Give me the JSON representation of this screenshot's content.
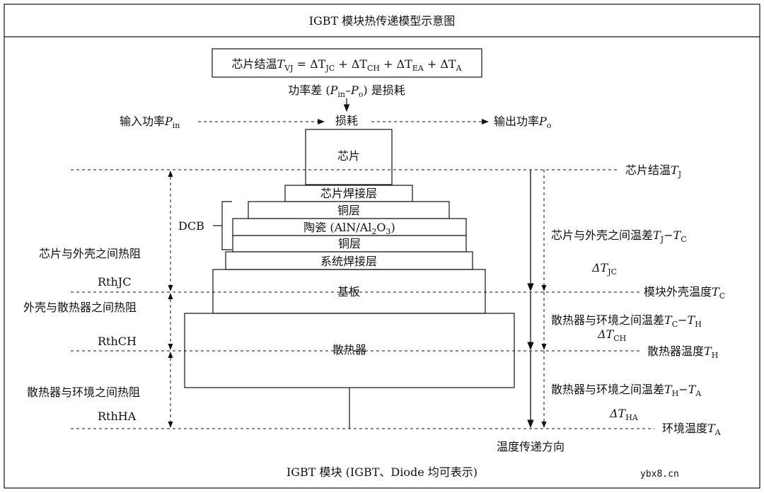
{
  "title": "IGBT 模块热传递模型示意图",
  "formula": {
    "prefix": "芯片结温",
    "T": "T",
    "sub_vj": "VJ",
    "eq": " = ΔT",
    "sub_jc": "JC",
    "plus1": " + ΔT",
    "sub_ch": "CH",
    "plus2": " + ΔT",
    "sub_ea": "EA",
    "plus3": " + ΔT",
    "sub_a": "A"
  },
  "loss_note": {
    "pre": "功率差 (",
    "p": "P",
    "sub_in": "in",
    "dash": "–",
    "p2": "P",
    "sub_o": "o",
    "post": ") 是损耗"
  },
  "loss_label": "损耗",
  "input_power": {
    "text": "输入功率",
    "p": "P",
    "sub": "in"
  },
  "output_power": {
    "text": "输出功率",
    "p": "P",
    "sub": "o"
  },
  "layers": {
    "chip": "芯片",
    "chip_solder": "芯片焊接层",
    "copper_top": "铜层",
    "ceramic": {
      "pre": "陶瓷 (AlN/Al",
      "sub2": "2",
      "o": "O",
      "sub3": "3",
      "post": ")"
    },
    "copper_bottom": "铜层",
    "system_solder": "系统焊接层",
    "baseplate": "基板",
    "heatsink": "散热器"
  },
  "dcb_label": "DCB",
  "left_labels": {
    "chip_case_resistance": "芯片与外壳之间热阻",
    "rthjc": "RthJC",
    "case_sink_resistance": "外壳与散热器之间热阻",
    "rthch": "RthCH",
    "sink_ambient_resistance": "散热器与环境之间热阻",
    "rthha": "RthHA"
  },
  "right_labels": {
    "junction_temp": {
      "text": "芯片结温",
      "t": "T",
      "sub": "J"
    },
    "chip_case_diff": {
      "text": "芯片与外壳之间温差",
      "t1": "T",
      "s1": "J",
      "dash": "−",
      "t2": "T",
      "s2": "C"
    },
    "delta_jc": {
      "d": "ΔT",
      "sub": "JC"
    },
    "case_temp": {
      "text": "模块外壳温度",
      "t": "T",
      "sub": "C"
    },
    "sink_ambient_diff_1": {
      "text": "散热器与环境之间温差",
      "t1": "T",
      "s1": "C",
      "dash": "−",
      "t2": "T",
      "s2": "H"
    },
    "delta_ch": {
      "d": "ΔT",
      "sub": "CH"
    },
    "sink_temp": {
      "text": "散热器温度",
      "t": "T",
      "sub": "H"
    },
    "sink_ambient_diff_2": {
      "text": "散热器与环境之间温差",
      "t1": "T",
      "s1": "H",
      "dash": "−",
      "t2": "T",
      "s2": "A"
    },
    "delta_ha": {
      "d": "ΔT",
      "sub": "HA"
    },
    "ambient_temp": {
      "text": "环境温度",
      "t": "T",
      "sub": "A"
    }
  },
  "heat_direction": "温度传递方向",
  "caption": "IGBT 模块 (IGBT、Diode 均可表示)",
  "watermark": "ybx8.cn"
}
